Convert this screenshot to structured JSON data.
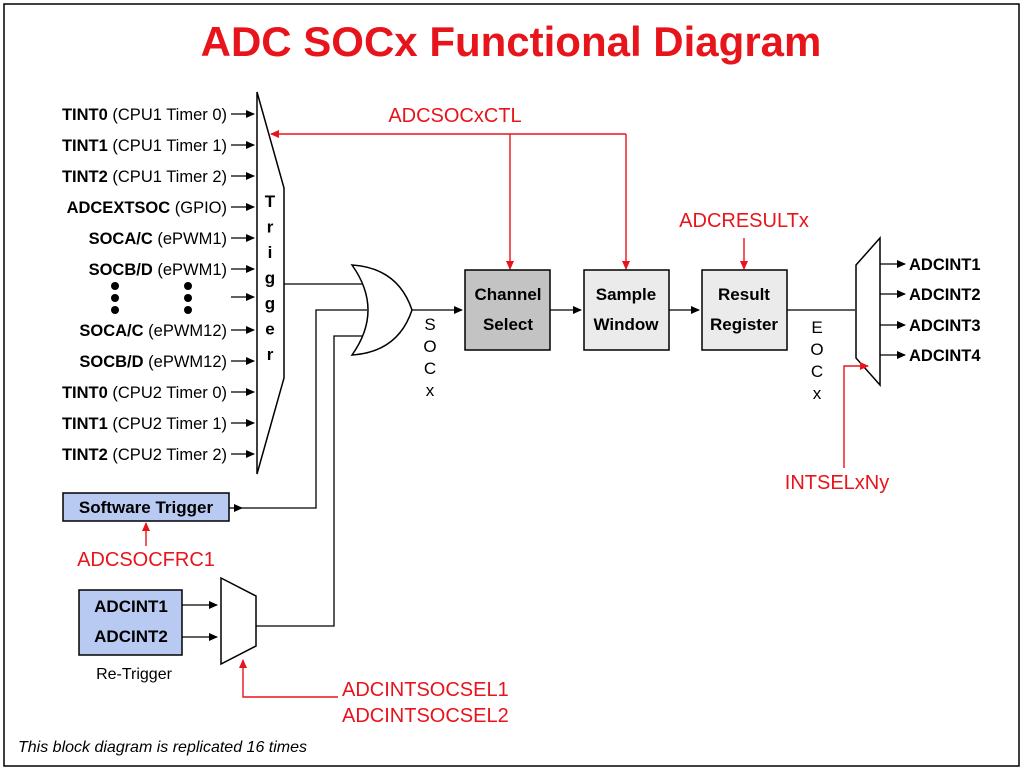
{
  "title": "ADC SOCx Functional Diagram",
  "trigger_inputs": [
    {
      "bold": "TINT0",
      "normal": " (CPU1 Timer 0)"
    },
    {
      "bold": "TINT1",
      "normal": " (CPU1 Timer 1)"
    },
    {
      "bold": "TINT2",
      "normal": " (CPU1 Timer 2)"
    },
    {
      "bold": "ADCEXTSOC",
      "normal": " (GPIO)"
    },
    {
      "bold": "SOCA/C",
      "normal": " (ePWM1)"
    },
    {
      "bold": "SOCB/D",
      "normal": " (ePWM1)"
    },
    {
      "bold": "SOCA/C",
      "normal": " (ePWM12)"
    },
    {
      "bold": "SOCB/D",
      "normal": " (ePWM12)"
    },
    {
      "bold": "TINT0",
      "normal": " (CPU2 Timer 0)"
    },
    {
      "bold": "TINT1",
      "normal": " (CPU2 Timer 1)"
    },
    {
      "bold": "TINT2",
      "normal": " (CPU2 Timer 2)"
    }
  ],
  "trigger_mux_label": [
    "T",
    "r",
    "i",
    "g",
    "g",
    "e",
    "r"
  ],
  "software_trigger": "Software Trigger",
  "adcsocfrc1": "ADCSOCFRC1",
  "retrigger_inputs": [
    "ADCINT1",
    "ADCINT2"
  ],
  "retrigger_label": "Re-Trigger",
  "adcintsocsel": [
    "ADCINTSOCSEL1",
    "ADCINTSOCSEL2"
  ],
  "adcsocxctl": "ADCSOCxCTL",
  "socx": [
    "S",
    "O",
    "C",
    "x"
  ],
  "channel_select": [
    "Channel",
    "Select"
  ],
  "sample_window": [
    "Sample",
    "Window"
  ],
  "adcresultx": "ADCRESULTx",
  "result_register": [
    "Result",
    "Register"
  ],
  "eocx": [
    "E",
    "O",
    "C",
    "x"
  ],
  "outputs": [
    "ADCINT1",
    "ADCINT2",
    "ADCINT3",
    "ADCINT4"
  ],
  "intselxny": "INTSELxNy",
  "footnote": "This block diagram is replicated 16 times",
  "colors": {
    "red": "#e8141b",
    "blue_fill": "#b8c9f2",
    "channel_fill": "#c3c3c3",
    "block_fill": "#ebebeb"
  }
}
